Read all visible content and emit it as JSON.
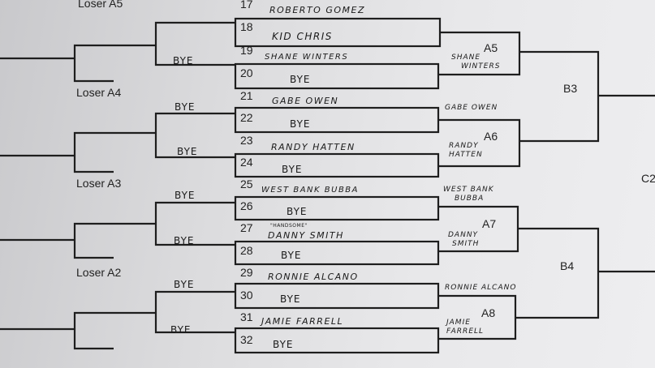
{
  "bracket": {
    "loser_labels": [
      "Loser A5",
      "Loser A4",
      "Loser A3",
      "Loser A2"
    ],
    "slots": [
      {
        "num": "17",
        "name": "ROBERTO GOMEZ"
      },
      {
        "num": "18",
        "name": "KID CHRIS"
      },
      {
        "num": "19",
        "name": "SHANE WINTERS"
      },
      {
        "num": "20",
        "name": "BYE"
      },
      {
        "num": "21",
        "name": "GABE OWEN"
      },
      {
        "num": "22",
        "name": "BYE"
      },
      {
        "num": "23",
        "name": "RANDY HATTEN"
      },
      {
        "num": "24",
        "name": "BYE"
      },
      {
        "num": "25",
        "name": "WEST BANK BUBBA"
      },
      {
        "num": "26",
        "name": "BYE"
      },
      {
        "num": "27",
        "name": "DANNY SMITH",
        "nickname": "\"HANDSOME\""
      },
      {
        "num": "28",
        "name": "BYE"
      },
      {
        "num": "29",
        "name": "RONNIE ALCANO"
      },
      {
        "num": "30",
        "name": "BYE"
      },
      {
        "num": "31",
        "name": "JAMIE FARRELL"
      },
      {
        "num": "32",
        "name": "BYE"
      }
    ],
    "left_byes": [
      "BYE",
      "BYE",
      "BYE",
      "BYE",
      "BYE",
      "BYE",
      "BYE"
    ],
    "winners": [
      {
        "code": "A5",
        "top": "SHANE",
        "bottom": "WINTERS"
      },
      {
        "code": "A6",
        "top": "GABE OWEN",
        "bottom1": "RANDY",
        "bottom2": "HATTEN"
      },
      {
        "code": "A7",
        "top1": "WEST BANK",
        "top2": "BUBBA",
        "bottom1": "DANNY",
        "bottom2": "SMITH"
      },
      {
        "code": "A8",
        "top": "RONNIE ALCANO",
        "bottom1": "JAMIE",
        "bottom2": "FARRELL"
      }
    ],
    "round_b": [
      "B3",
      "B4"
    ],
    "round_c": "C2"
  }
}
